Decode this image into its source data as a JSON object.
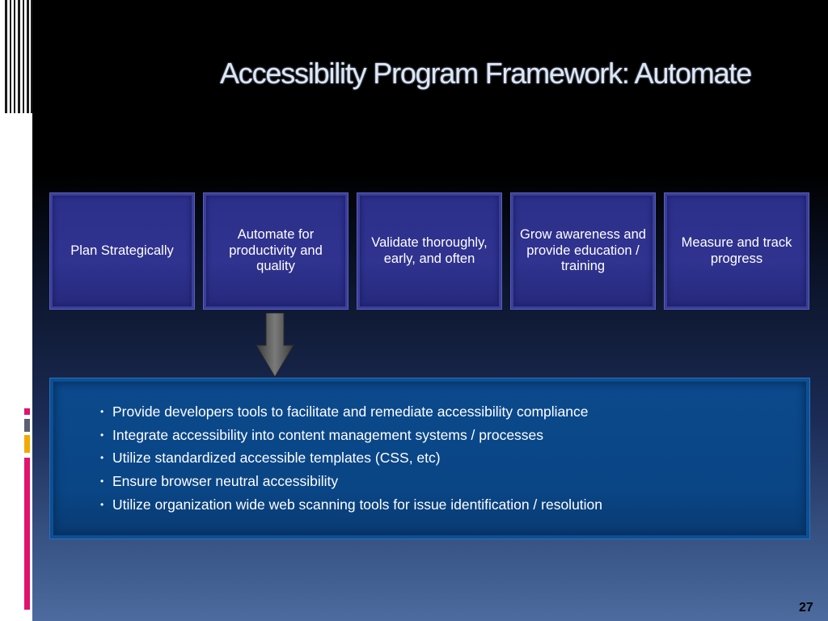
{
  "slide": {
    "title": "Accessibility Program Framework: Automate",
    "page_number": "27",
    "steps": [
      {
        "label": "Plan Strategically"
      },
      {
        "label": "Automate for productivity and quality"
      },
      {
        "label": "Validate thoroughly, early, and often"
      },
      {
        "label": "Grow awareness and provide education / training"
      },
      {
        "label": "Measure and track progress"
      }
    ],
    "bullets": [
      "Provide developers tools to facilitate and remediate accessibility compliance",
      "Integrate accessibility into content management systems / processes",
      "Utilize standardized accessible templates (CSS, etc)",
      "Ensure browser neutral accessibility",
      "Utilize organization wide web scanning tools for issue identification / resolution"
    ],
    "bullet_glyph": "•",
    "colors": {
      "step_fill": "#2c2f8a",
      "panel_fill": "#0b4a8d",
      "accent_pink": "#e0136e",
      "accent_orange": "#f2a900",
      "accent_gray": "#5a5f74"
    }
  }
}
